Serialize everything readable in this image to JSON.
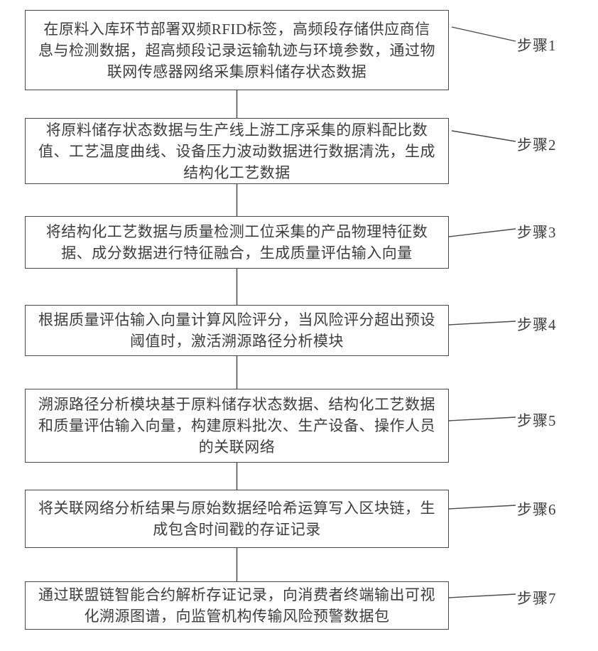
{
  "figure": {
    "steps": [
      {
        "label": "步骤1",
        "text": "在原料入库环节部署双频RFID标签，高频段存储供应商信息与检测数据，超高频段记录运输轨迹与环境参数，通过物联网传感器网络采集原料储存状态数据"
      },
      {
        "label": "步骤2",
        "text": "将原料储存状态数据与生产线上游工序采集的原料配比数值、工艺温度曲线、设备压力波动数据进行数据清洗，生成结构化工艺数据"
      },
      {
        "label": "步骤3",
        "text": "将结构化工艺数据与质量检测工位采集的产品物理特征数据、成分数据进行特征融合，生成质量评估输入向量"
      },
      {
        "label": "步骤4",
        "text": "根据质量评估输入向量计算风险评分，当风险评分超出预设阈值时，激活溯源路径分析模块"
      },
      {
        "label": "步骤5",
        "text": "溯源路径分析模块基于原料储存状态数据、结构化工艺数据和质量评估输入向量，构建原料批次、生产设备、操作人员的关联网络"
      },
      {
        "label": "步骤6",
        "text": "将关联网络分析结果与原始数据经哈希运算写入区块链，生成包含时间戳的存证记录"
      },
      {
        "label": "步骤7",
        "text": "通过联盟链智能合约解析存证记录，向消费者终端输出可视化溯源图谱，向监管机构传输风险预警数据包"
      }
    ],
    "line_color": "#4a4a4a"
  }
}
